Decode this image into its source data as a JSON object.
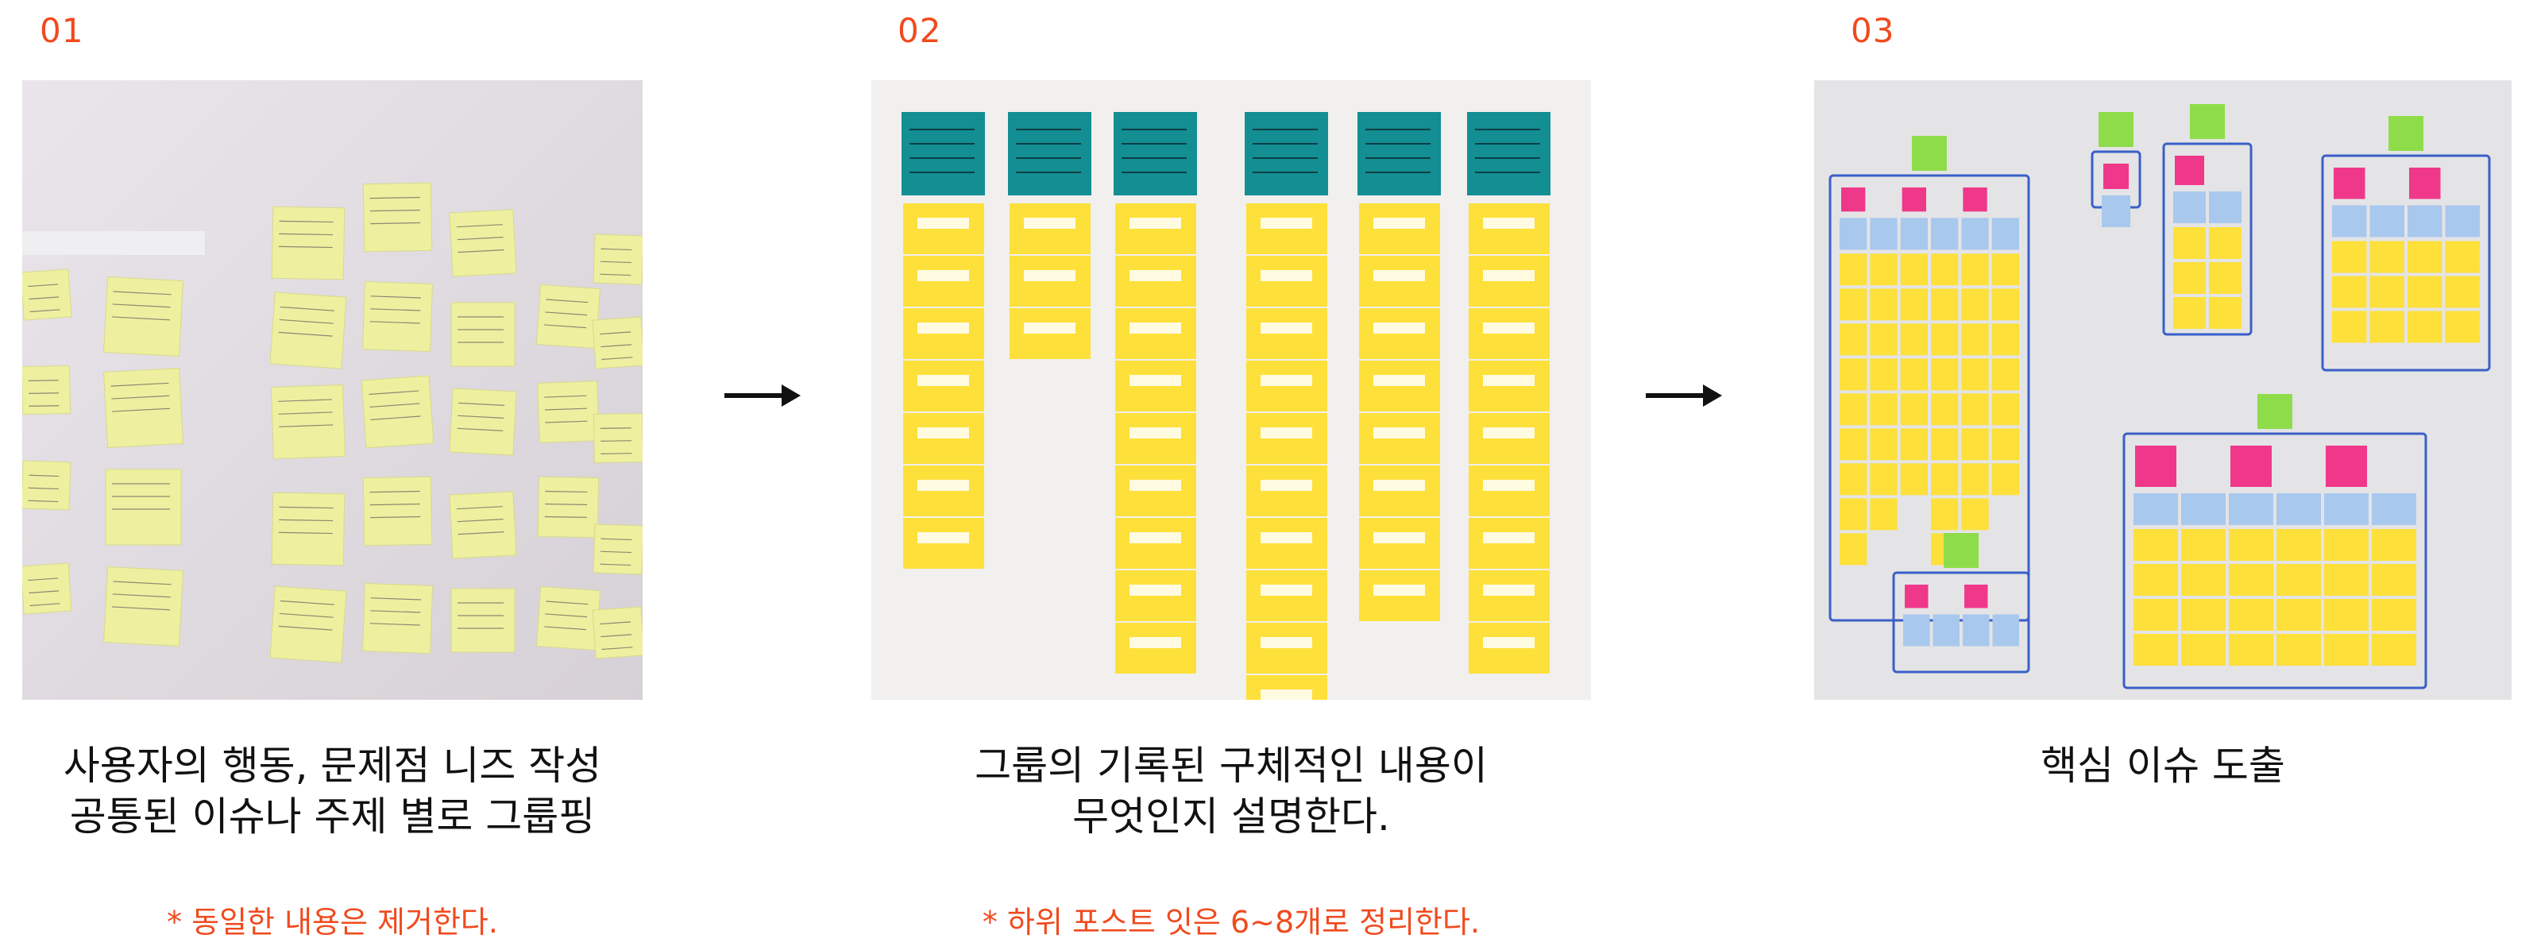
{
  "steps": [
    {
      "number": "01",
      "caption_line1": "사용자의 행동, 문제점 니즈 작성",
      "caption_line2": "공통된 이슈나 주제 별로 그룹핑",
      "note": "* 동일한 내용은 제거한다."
    },
    {
      "number": "02",
      "caption_line1": "그룹의 기록된 구체적인 내용이",
      "caption_line2": "무엇인지 설명한다.",
      "note": "* 하위 포스트 잇은 6~8개로 정리한다."
    },
    {
      "number": "03",
      "caption_line1": "핵심 이슈 도출",
      "caption_line2": "",
      "note": ""
    }
  ],
  "colors": {
    "accent": "#f04a1e",
    "sticky_pale": "#eef0a0",
    "sticky_yellow": "#fde03a",
    "sticky_teal": "#138e93",
    "sticky_pink": "#f0388a",
    "sticky_green": "#8fdc4a",
    "sticky_blue": "#a9c8ee",
    "marker_blue": "#3a5fc8"
  },
  "icons": {
    "arrow": "right-arrow-icon"
  }
}
